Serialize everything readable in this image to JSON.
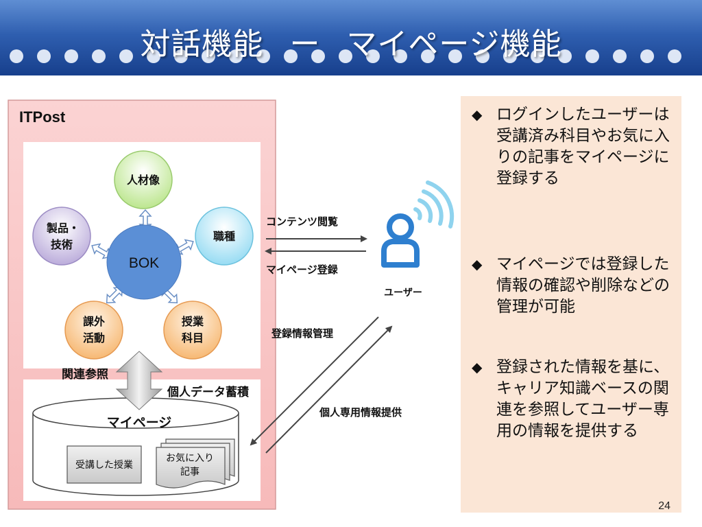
{
  "slide": {
    "title_left": "対話機能",
    "title_sep": "ー",
    "title_right": "マイページ機能",
    "page_number": "24"
  },
  "diagram": {
    "system_label": "ITPost",
    "center_node": "BOK",
    "nodes": {
      "jinzaizo": "人材像",
      "shokushu_label": "職種",
      "seihin_line1": "製品・",
      "seihin_line2": "技術",
      "kagai_line1": "課外",
      "kagai_line2": "活動",
      "jugyo_line1": "授業",
      "jugyo_line2": "科目"
    },
    "kanren_sansho": "関連参照",
    "kojin_data_chikuseki": "個人データ蓄積",
    "mypage_label": "マイページ",
    "jukou_jugyo": "受講した授業",
    "okiniiri_line1": "お気に入り",
    "okiniiri_line2": "記事",
    "contents_etsuran": "コンテンツ閲覧",
    "mypage_touroku": "マイページ登録",
    "user_label": "ユーザー",
    "touroku_joho_kanri": "登録情報管理",
    "kojin_senyo_teikyo": "個人専用情報提供"
  },
  "bullets": [
    {
      "mark": "◆",
      "text": "ログインしたユーザーは受講済み科目やお気に入りの記事をマイページに登録する"
    },
    {
      "mark": "◆",
      "text": "マイページでは登録した情報の確認や削除などの管理が可能"
    },
    {
      "mark": "◆",
      "text": "登録された情報を基に、キャリア知識ベースの関連を参照してユーザー専用の情報を提供する"
    }
  ],
  "colors": {
    "header_blue": "#2f5fb0",
    "system_pink": "#f9c9c9",
    "bok_blue": "#5b8fd6",
    "user_icon": "#2e7fcf",
    "panel": "#fbe6d6"
  }
}
